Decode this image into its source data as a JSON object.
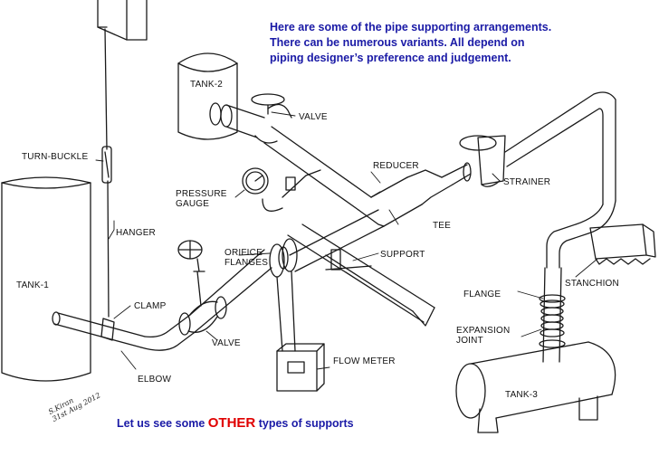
{
  "header": {
    "lines": [
      "Here are some of the pipe supporting arrangements.",
      "There can be numerous variants. All depend on",
      "piping designer’s preference and judgement."
    ]
  },
  "labels": {
    "tank1": "TANK-1",
    "tank2": "TANK-2",
    "tank3": "TANK-3",
    "turn_buckle": "TURN-BUCKLE",
    "hanger": "HANGER",
    "clamp": "CLAMP",
    "elbow": "ELBOW",
    "valve_top": "VALVE",
    "valve_bottom": "VALVE",
    "pressure_gauge": "PRESSURE\nGAUGE",
    "orifice_flanges": "ORIFICE\nFLANGES",
    "reducer": "REDUCER",
    "tee": "TEE",
    "support": "SUPPORT",
    "strainer": "STRAINER",
    "stanchion": "STANCHION",
    "flange": "FLANGE",
    "expansion_joint": "EXPANSION\nJOINT",
    "flow_meter": "FLOW METER"
  },
  "footer": {
    "before": "Let us see some ",
    "emphasis": "OTHER",
    "after": " types of supports"
  },
  "signature": "S.Kiran\n31st Aug 2012",
  "colors": {
    "header_text": "#1a1aa6",
    "footer_text": "#1a1aa6",
    "emphasis": "#e00000",
    "line": "#1a1a1a"
  }
}
